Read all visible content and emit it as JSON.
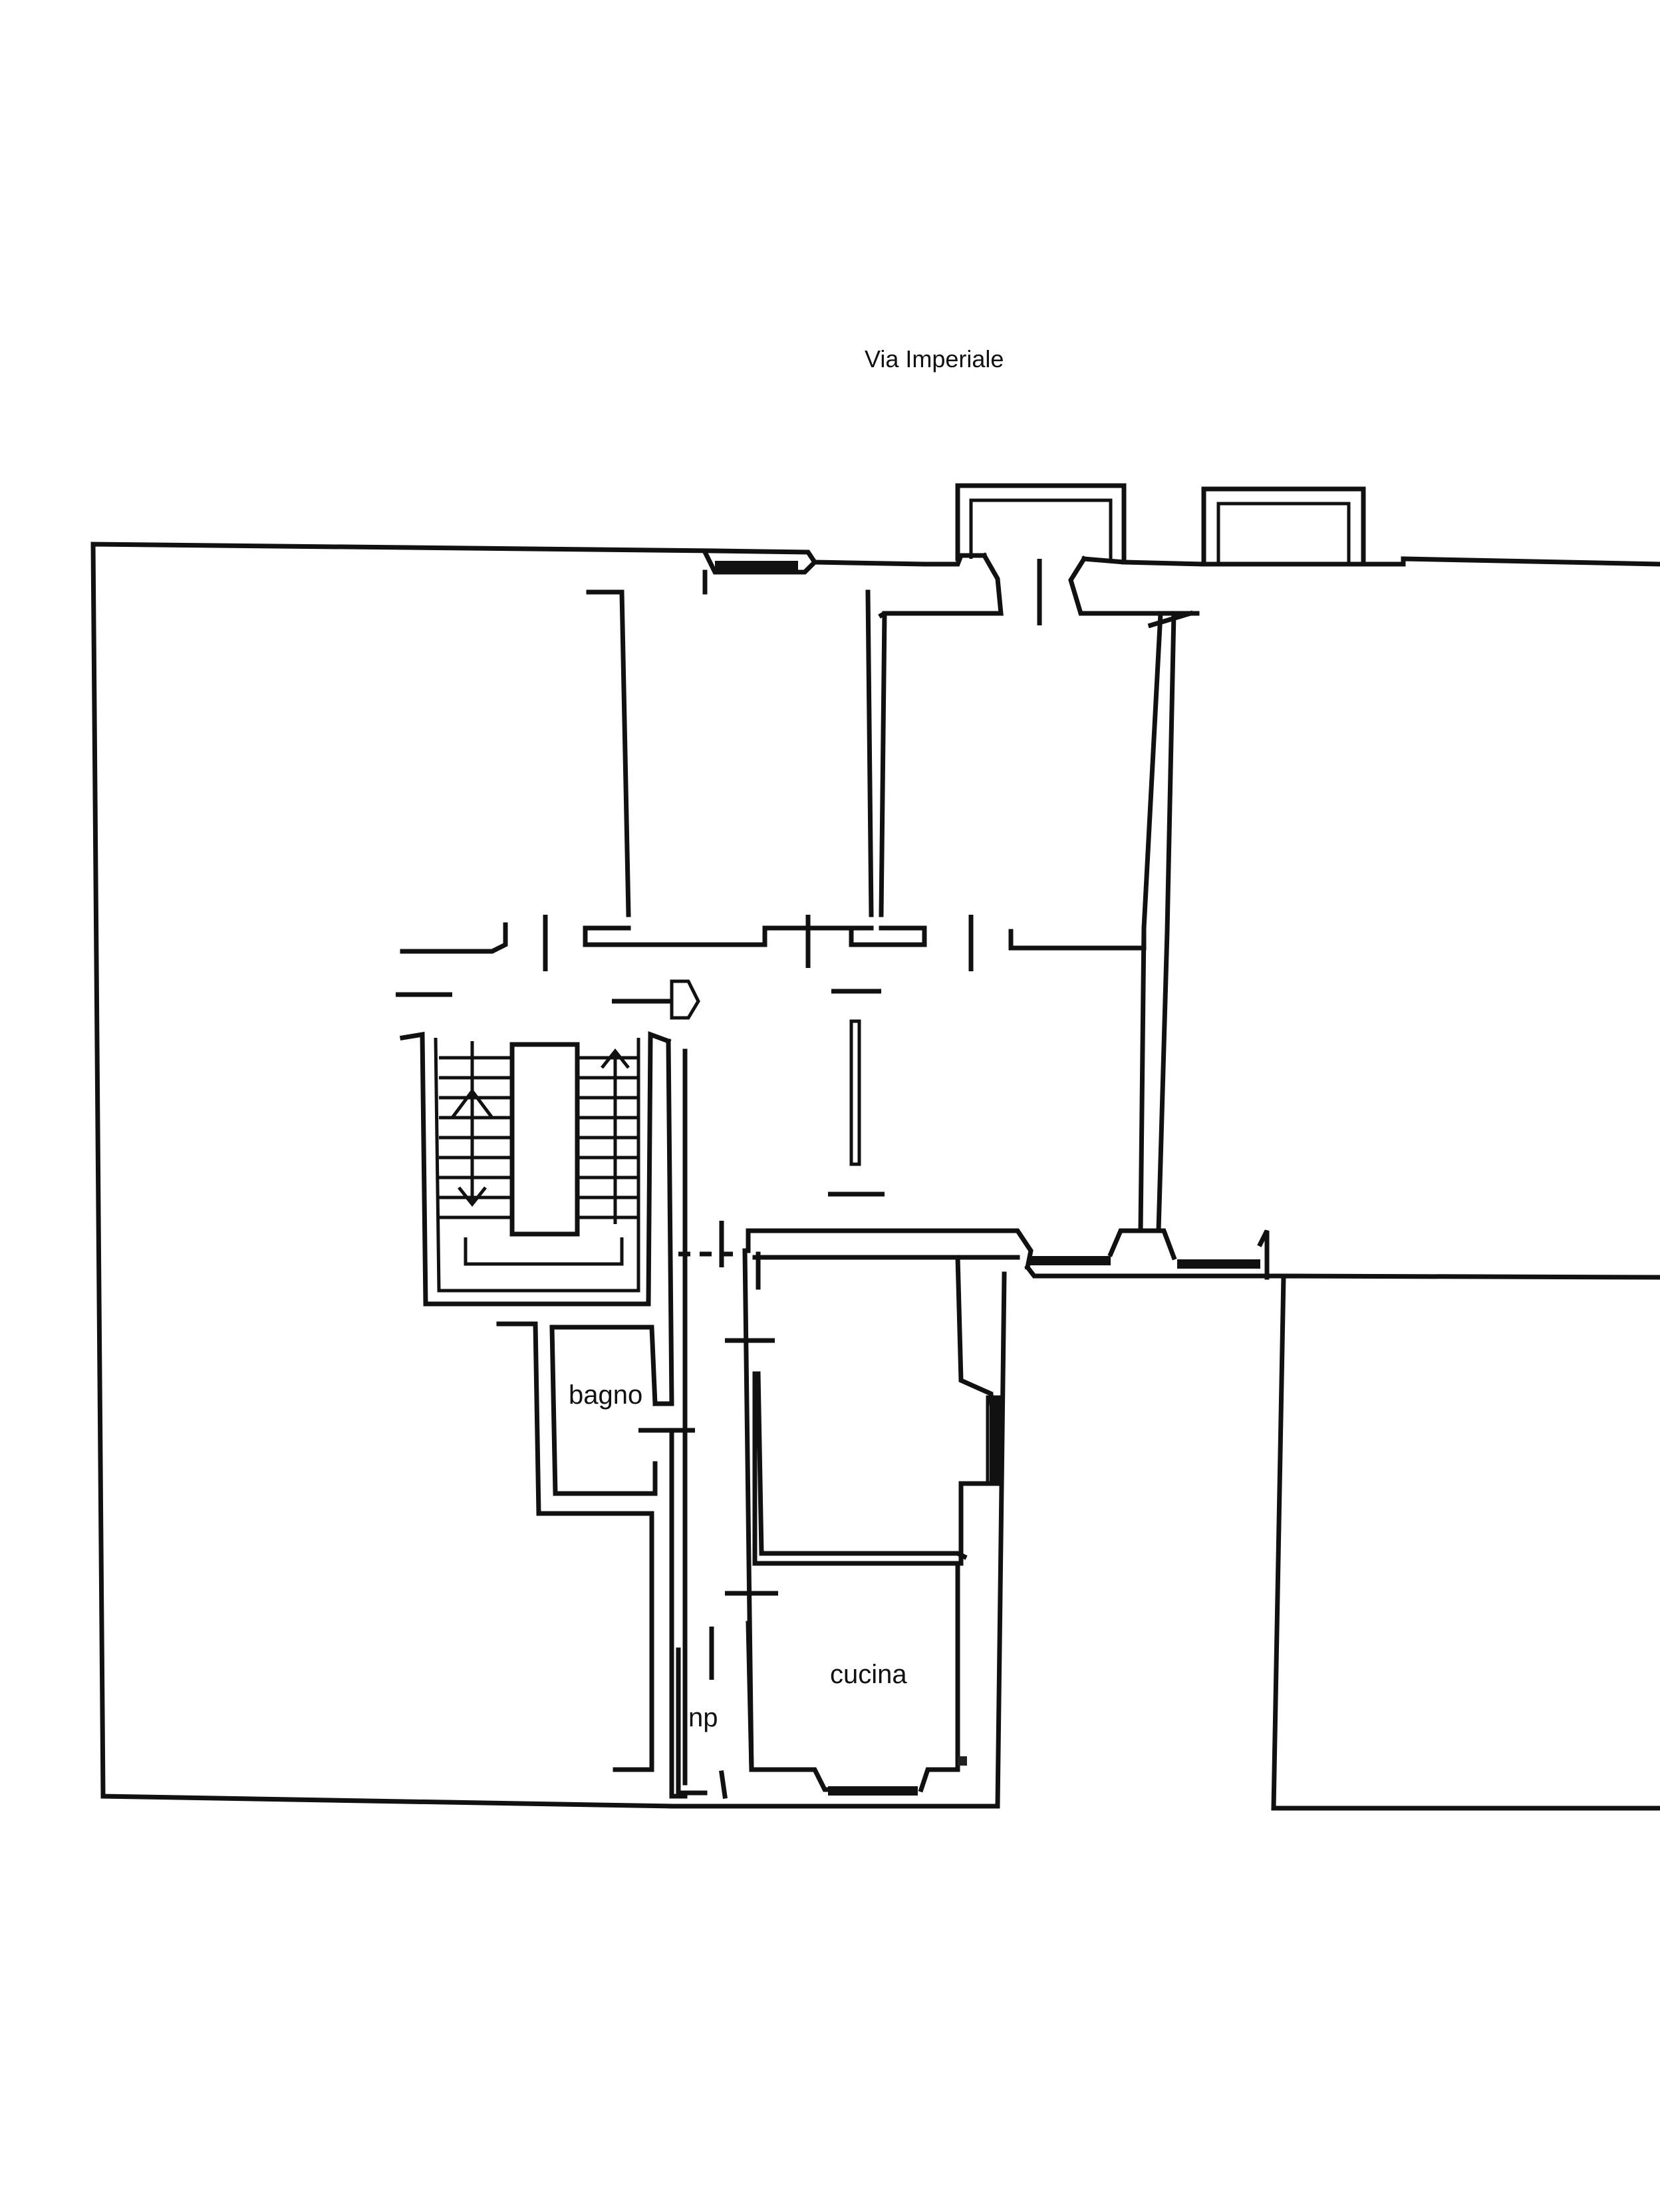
{
  "street": {
    "label": "Via Imperiale"
  },
  "rooms": {
    "bathroom": "bagno",
    "kitchen": "cucina",
    "np": "np"
  }
}
